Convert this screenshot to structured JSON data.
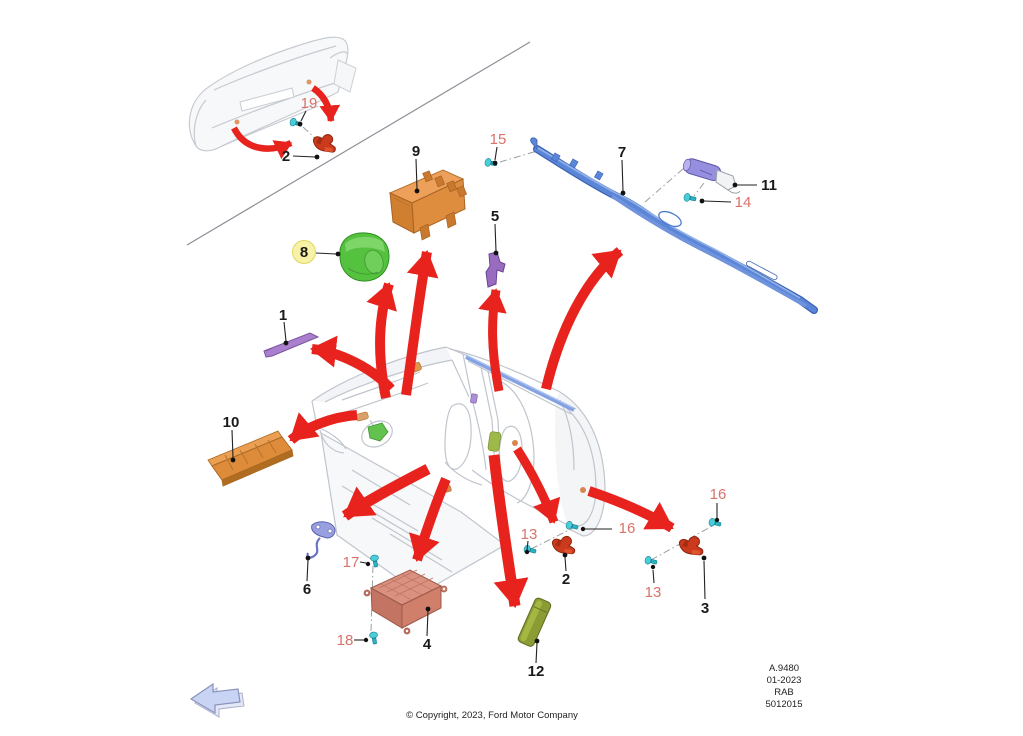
{
  "figure": {
    "type": "parts-diagram",
    "subject": "vehicle airbag and safety restraint components exploded view",
    "copyright": "© Copyright, 2023, Ford Motor Company",
    "ref_block": {
      "catalog": "A.9480",
      "date": "01-2023",
      "code": "RAB",
      "number": "5012015"
    }
  },
  "callouts": {
    "n1": "1",
    "n2": "2",
    "n3": "3",
    "n4": "4",
    "n5": "5",
    "n6": "6",
    "n7": "7",
    "n8": "8",
    "n9": "9",
    "n10": "10",
    "n11": "11",
    "n12": "12",
    "n13": "13",
    "n14": "14",
    "n15": "15",
    "n16": "16",
    "n17": "17",
    "n18": "18",
    "n19": "19"
  },
  "colors": {
    "arrow_red": "#e8231d",
    "callout_black": "#1a1a1a",
    "callout_pink": "#d9726b",
    "callout_8_highlight": "#f7f2a6",
    "bolt_teal": "#2ab3c2",
    "part_orange_airbag": "#dd8a3c",
    "part_green_airbag": "#55c23f",
    "part_purple_bracket": "#9a6cc0",
    "part_blue_curtain": "#5b85d6",
    "part_lavender_cylinder": "#968ede",
    "part_salmon_module": "#cf7f6a",
    "part_olive_airbag": "#8a9c33",
    "part_red_sensor": "#cb3a1d",
    "ghost_gray": "#c0c5cd",
    "direction_arrow_blue": "#c9d3f4"
  }
}
